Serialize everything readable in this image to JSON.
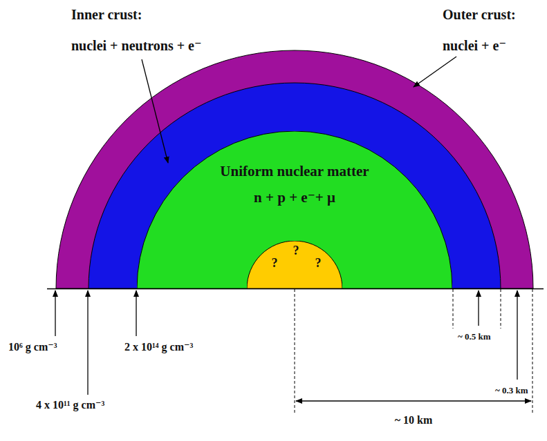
{
  "diagram": {
    "nodes": [
      {
        "text": [
          "Uniform nuclear matter",
          "n + p + e⁻+ μ"
        ]
      },
      {
        "text": [
          "?",
          "?",
          "?"
        ],
        "in": 0
      }
    ],
    "labels": [
      "Inner crust:",
      "nuclei + neutrons + e⁻",
      "Outer crust:",
      "nuclei + e⁻",
      "10⁶ g cm⁻³",
      "4 x 10¹¹ g cm⁻³",
      "2 x 10¹⁴ g cm⁻³",
      "~ 0.5 km",
      "~ 0.3 km",
      "~ 10 km"
    ]
  }
}
